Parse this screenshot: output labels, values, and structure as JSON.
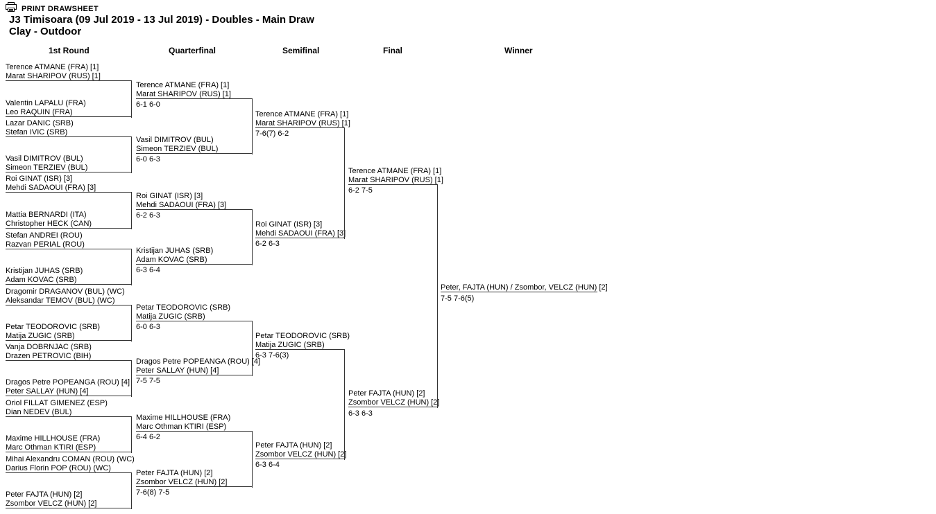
{
  "toolbar": {
    "print_label": "PRINT DRAWSHEET"
  },
  "header": {
    "title": "J3 Timisoara (09 Jul 2019 - 13 Jul 2019) - Doubles - Main Draw",
    "subtitle": "Clay - Outdoor"
  },
  "columns": [
    "1st Round",
    "Quarterfinal",
    "Semifinal",
    "Final",
    "Winner"
  ],
  "bracket": {
    "round1": [
      {
        "p1": "Terence ATMANE (FRA) [1]",
        "p2": "Marat SHARIPOV (RUS) [1]"
      },
      {
        "p1": "Valentin LAPALU (FRA)",
        "p2": "Leo RAQUIN (FRA)"
      },
      {
        "p1": "Lazar DANIC (SRB)",
        "p2": "Stefan IVIC (SRB)"
      },
      {
        "p1": "Vasil DIMITROV (BUL)",
        "p2": "Simeon TERZIEV (BUL)"
      },
      {
        "p1": "Roi GINAT (ISR) [3]",
        "p2": "Mehdi SADAOUI (FRA) [3]"
      },
      {
        "p1": "Mattia BERNARDI (ITA)",
        "p2": "Christopher HECK (CAN)"
      },
      {
        "p1": "Stefan ANDREI (ROU)",
        "p2": "Razvan PERIAL (ROU)"
      },
      {
        "p1": "Kristijan JUHAS (SRB)",
        "p2": "Adam KOVAC (SRB)"
      },
      {
        "p1": "Dragomir DRAGANOV (BUL) (WC)",
        "p2": "Aleksandar TEMOV (BUL) (WC)"
      },
      {
        "p1": "Petar TEODOROVIC (SRB)",
        "p2": "Matija ZUGIC (SRB)"
      },
      {
        "p1": "Vanja DOBRNJAC (SRB)",
        "p2": "Drazen PETROVIC (BIH)"
      },
      {
        "p1": "Dragos Petre POPEANGA (ROU) [4]",
        "p2": "Peter SALLAY (HUN) [4]"
      },
      {
        "p1": "Oriol FILLAT GIMENEZ (ESP)",
        "p2": "Dian NEDEV (BUL)"
      },
      {
        "p1": "Maxime HILLHOUSE (FRA)",
        "p2": "Marc Othman KTIRI (ESP)"
      },
      {
        "p1": "Mihai Alexandru COMAN (ROU) (WC)",
        "p2": "Darius Florin POP (ROU) (WC)"
      },
      {
        "p1": "Peter FAJTA (HUN) [2]",
        "p2": "Zsombor VELCZ (HUN) [2]"
      }
    ],
    "quarterfinal": [
      {
        "p1": "Terence ATMANE (FRA) [1]",
        "p2": "Marat SHARIPOV (RUS) [1]",
        "score": "6-1 6-0"
      },
      {
        "p1": "Vasil DIMITROV (BUL)",
        "p2": "Simeon TERZIEV (BUL)",
        "score": "6-0 6-3"
      },
      {
        "p1": "Roi GINAT (ISR) [3]",
        "p2": "Mehdi SADAOUI (FRA) [3]",
        "score": "6-2 6-3"
      },
      {
        "p1": "Kristijan JUHAS (SRB)",
        "p2": "Adam KOVAC (SRB)",
        "score": "6-3 6-4"
      },
      {
        "p1": "Petar TEODOROVIC (SRB)",
        "p2": "Matija ZUGIC (SRB)",
        "score": "6-0 6-3"
      },
      {
        "p1": "Dragos Petre POPEANGA (ROU) [4]",
        "p2": "Peter SALLAY (HUN) [4]",
        "score": "7-5 7-5"
      },
      {
        "p1": "Maxime HILLHOUSE (FRA)",
        "p2": "Marc Othman KTIRI (ESP)",
        "score": "6-4 6-2"
      },
      {
        "p1": "Peter FAJTA (HUN) [2]",
        "p2": "Zsombor VELCZ (HUN) [2]",
        "score": "7-6(8) 7-5"
      }
    ],
    "semifinal": [
      {
        "p1": "Terence ATMANE (FRA) [1]",
        "p2": "Marat SHARIPOV (RUS) [1]",
        "score": "7-6(7) 6-2"
      },
      {
        "p1": "Roi GINAT (ISR) [3]",
        "p2": "Mehdi SADAOUI (FRA) [3]",
        "score": "6-2 6-3"
      },
      {
        "p1": "Petar TEODOROVIC (SRB)",
        "p2": "Matija ZUGIC (SRB)",
        "score": "6-3 7-6(3)"
      },
      {
        "p1": "Peter FAJTA (HUN) [2]",
        "p2": "Zsombor VELCZ (HUN) [2]",
        "score": "6-3 6-4"
      }
    ],
    "final": [
      {
        "p1": "Terence ATMANE (FRA) [1]",
        "p2": "Marat SHARIPOV (RUS) [1]",
        "score": "6-2 7-5"
      },
      {
        "p1": "Peter FAJTA (HUN) [2]",
        "p2": "Zsombor VELCZ (HUN) [2]",
        "score": "6-3 6-3"
      }
    ],
    "winner": {
      "name": "Peter, FAJTA (HUN) / Zsombor, VELCZ (HUN) [2]",
      "score": "7-5 7-6(5)"
    }
  }
}
